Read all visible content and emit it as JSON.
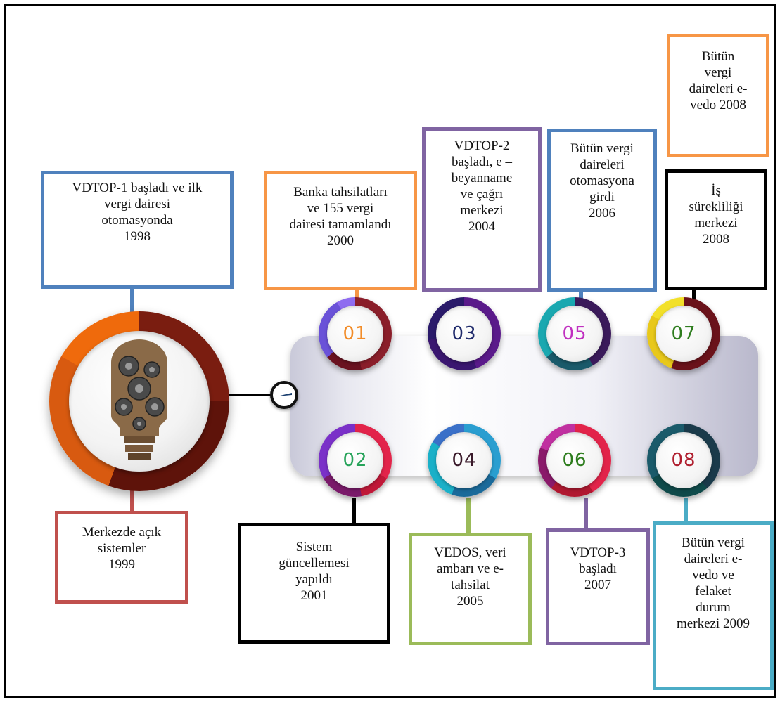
{
  "diagram": {
    "hub_icon": "lightbulb-gears-icon",
    "arrow_icon": "arrow-circle-icon",
    "milestones": [
      {
        "text": "VDTOP-1 başladı ve ilk\nvergi dairesi\notomasyonda\n1998",
        "color": "#4f81bd"
      },
      {
        "text": "Merkezde açık\nsistemler\n1999",
        "color": "#c0504d"
      },
      {
        "text": "Banka tahsilatları\nve 155 vergi\ndairesi tamamlandı\n2000",
        "color": "#f79646"
      },
      {
        "text": "Sistem\ngüncellemesi\nyapıldı\n2001",
        "color": "#000000"
      },
      {
        "text": "VDTOP-2\nbaşladı, e –\nbeyanname\nve çağrı\nmerkezi\n2004",
        "color": "#8064a2"
      },
      {
        "text": "VEDOS, veri\nambarı ve e-\ntahsilat\n2005",
        "color": "#9bbb59"
      },
      {
        "text": "Bütün vergi\ndaireleri\notomasyona\ngirdi\n2006",
        "color": "#4f81bd"
      },
      {
        "text": "VDTOP-3\nbaşladı\n2007",
        "color": "#8064a2"
      },
      {
        "text": "İş\nsürekliliği\nmerkezi\n2008",
        "color": "#000000"
      },
      {
        "text": "Bütün\nvergi\ndaireleri e-\nvedo 2008",
        "color": "#f79646"
      },
      {
        "text": "Bütün vergi\ndaireleri e-\nvedo ve\nfelaket\ndurum\nmerkezi 2009",
        "color": "#4bacc6"
      }
    ],
    "badges": [
      {
        "num": "01",
        "color": "#f28c28"
      },
      {
        "num": "02",
        "color": "#27a35a"
      },
      {
        "num": "03",
        "color": "#1f2a6b"
      },
      {
        "num": "04",
        "color": "#3a1a2a"
      },
      {
        "num": "05",
        "color": "#c030c0"
      },
      {
        "num": "06",
        "color": "#2e7d1e"
      },
      {
        "num": "07",
        "color": "#2e7d1e"
      },
      {
        "num": "08",
        "color": "#b02030"
      }
    ]
  }
}
